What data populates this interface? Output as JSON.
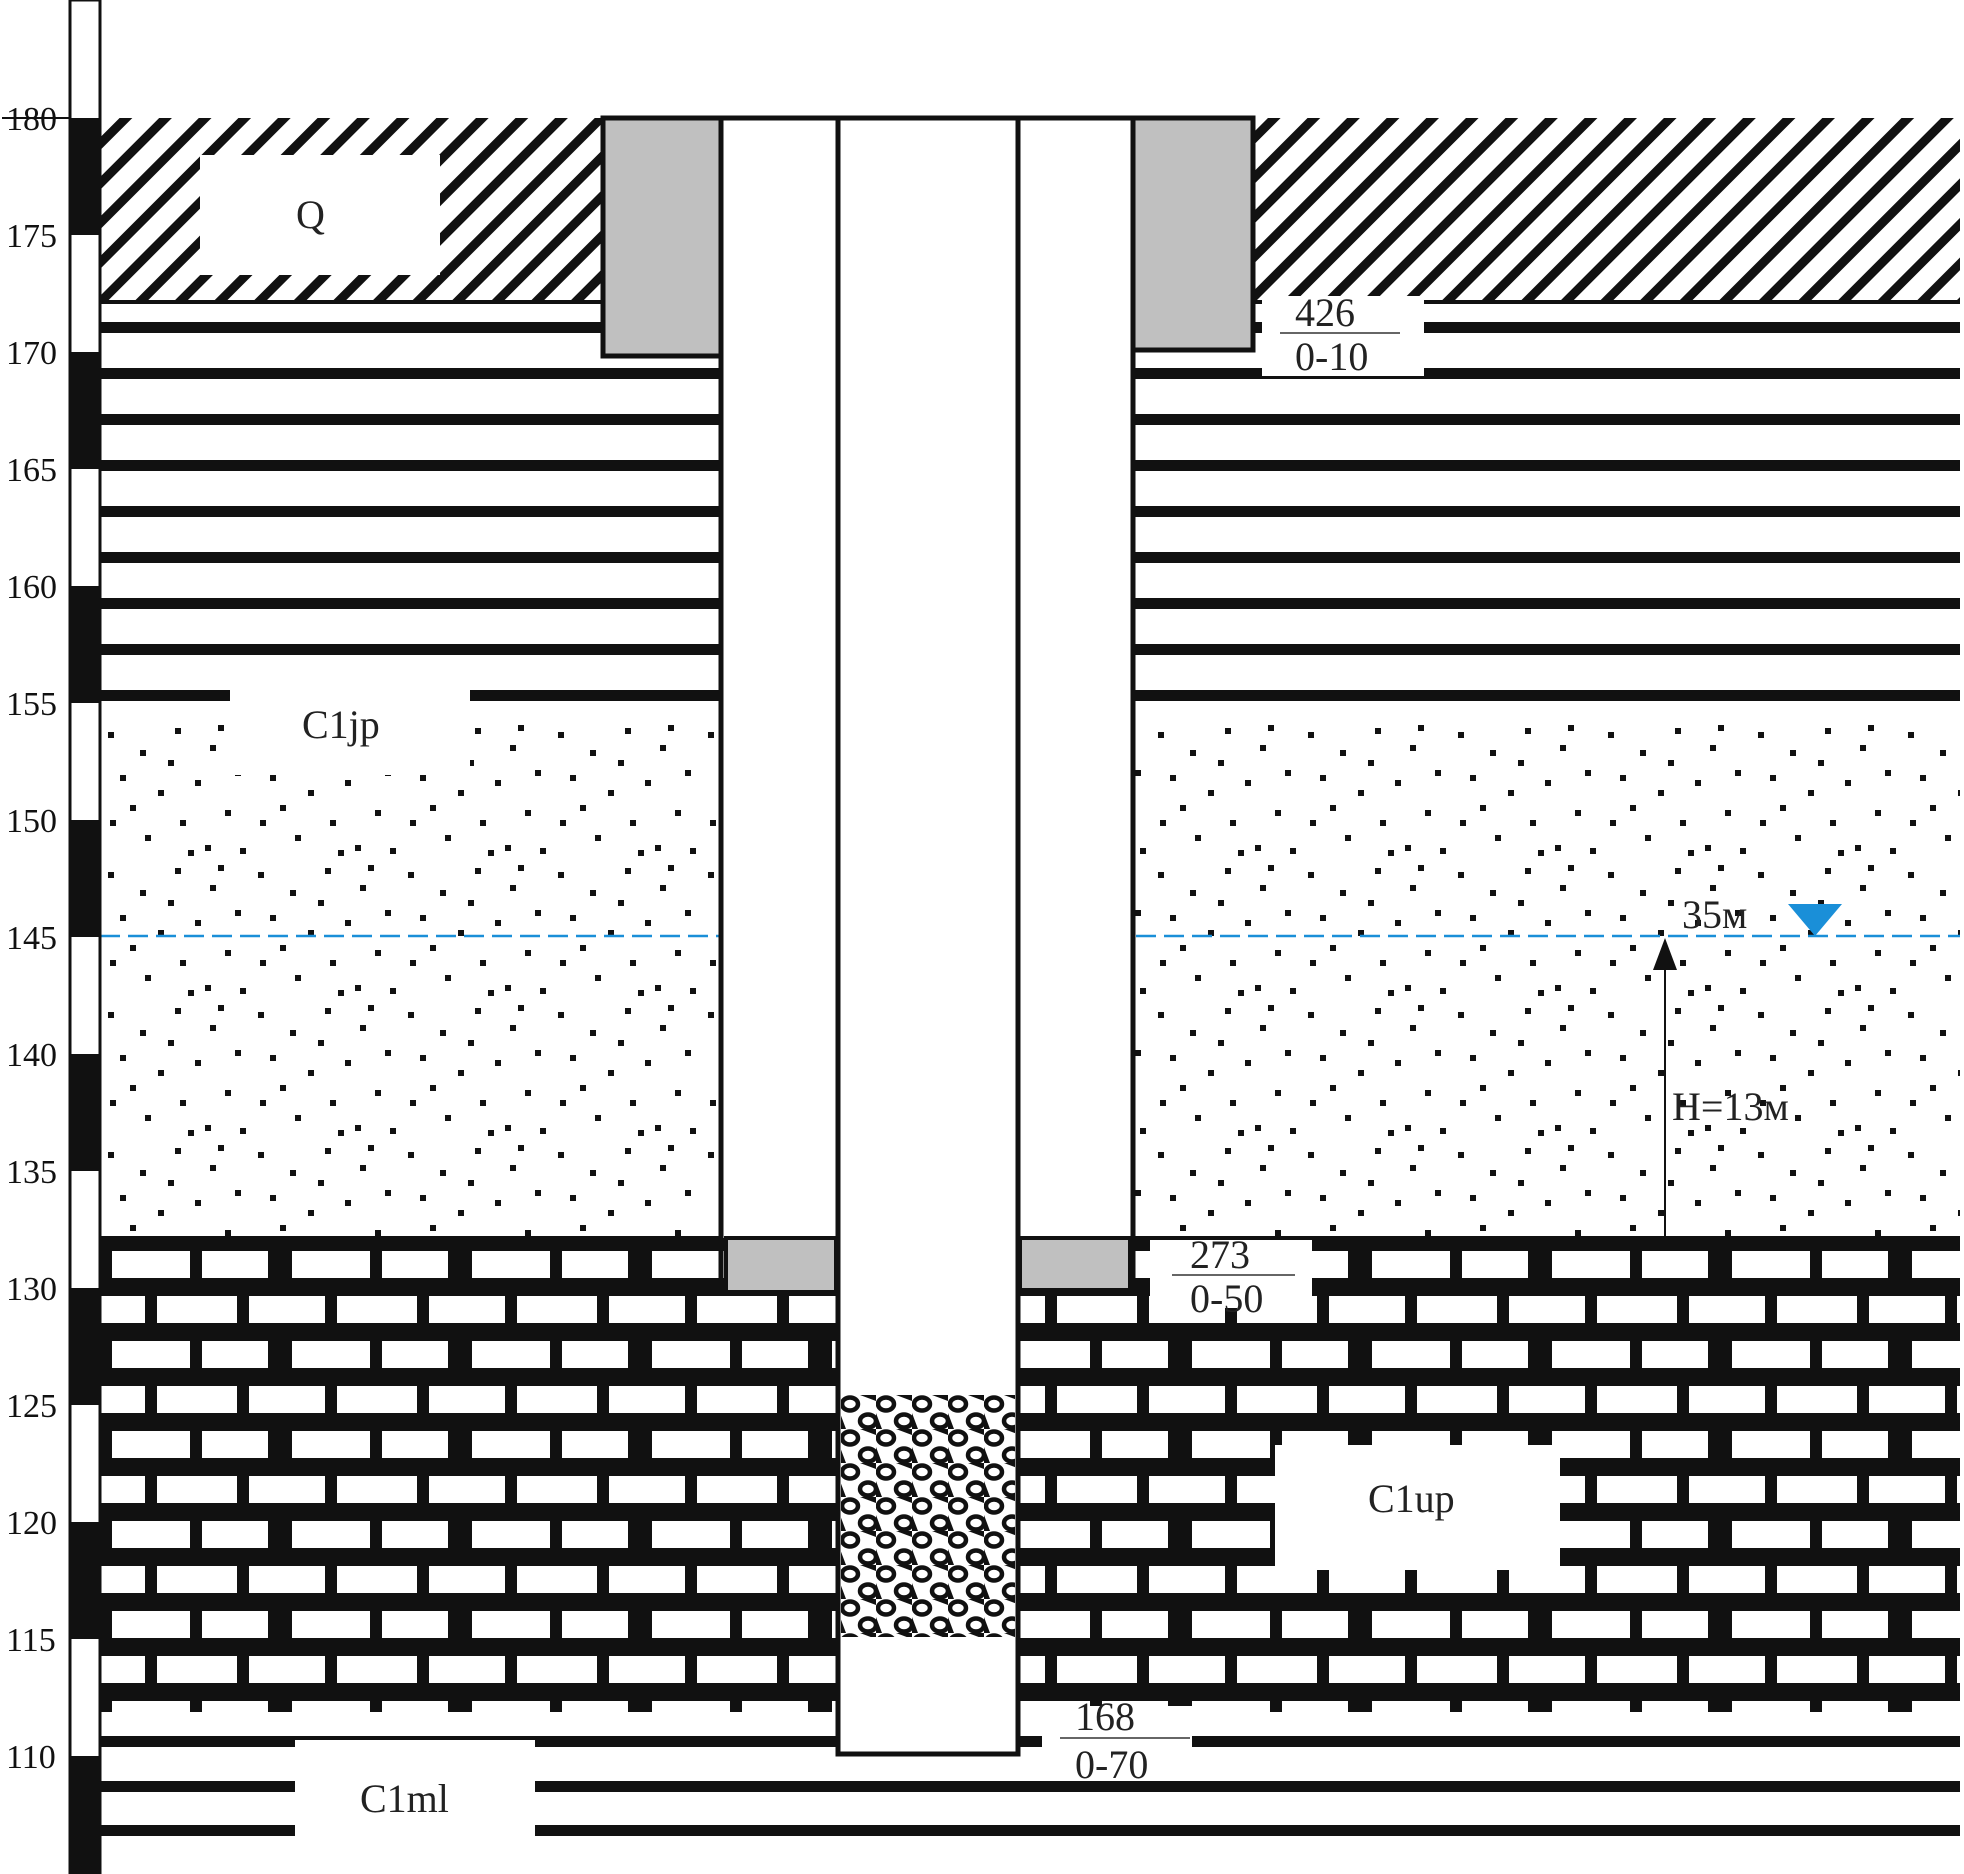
{
  "depth_scale": {
    "ticks": [
      "180",
      "175",
      "170",
      "165",
      "160",
      "155",
      "150",
      "145",
      "140",
      "135",
      "130",
      "125",
      "120",
      "115",
      "110"
    ]
  },
  "layers": {
    "q": "Q",
    "c1jp": "C1jp",
    "c1up": "C1up",
    "c1ml": "C1ml"
  },
  "casings": [
    {
      "diameter": "426",
      "interval": "0-10"
    },
    {
      "diameter": "273",
      "interval": "0-50"
    },
    {
      "diameter": "168",
      "interval": "0-70"
    }
  ],
  "water_level": {
    "label": "35м",
    "color": "#1a8fd8"
  },
  "head": {
    "label": "H=13м"
  },
  "colors": {
    "cement": "#c0c0c0",
    "hatch": "#111111"
  }
}
